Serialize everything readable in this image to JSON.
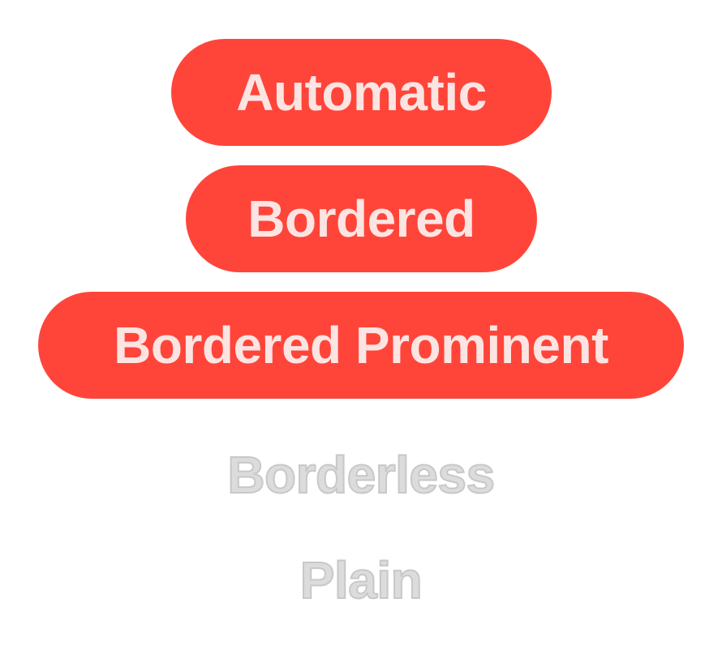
{
  "buttons": {
    "automatic": "Automatic",
    "bordered": "Bordered",
    "bordered_prominent": "Bordered Prominent",
    "borderless": "Borderless",
    "plain": "Plain"
  },
  "colors": {
    "accent": "#ff453a",
    "filled_label": "#fce4e2",
    "disabled_label": "#dcdcdc"
  }
}
